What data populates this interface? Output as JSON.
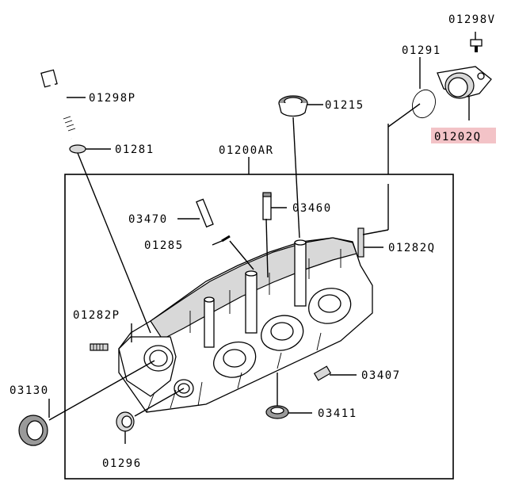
{
  "diagram": {
    "parts": [
      {
        "id": "p-01298V",
        "code": "01298V"
      },
      {
        "id": "p-01291",
        "code": "01291"
      },
      {
        "id": "p-01298P",
        "code": "01298P"
      },
      {
        "id": "p-01215",
        "code": "01215"
      },
      {
        "id": "p-01202Q",
        "code": "01202Q",
        "highlighted": true
      },
      {
        "id": "p-01281",
        "code": "01281"
      },
      {
        "id": "p-01200AR",
        "code": "01200AR"
      },
      {
        "id": "p-03460",
        "code": "03460"
      },
      {
        "id": "p-03470",
        "code": "03470"
      },
      {
        "id": "p-01285",
        "code": "01285"
      },
      {
        "id": "p-01282Q",
        "code": "01282Q"
      },
      {
        "id": "p-01282P",
        "code": "01282P"
      },
      {
        "id": "p-03407",
        "code": "03407"
      },
      {
        "id": "p-03130",
        "code": "03130"
      },
      {
        "id": "p-03411",
        "code": "03411"
      },
      {
        "id": "p-01296",
        "code": "01296"
      }
    ],
    "colors": {
      "highlight": "#f3c3c7",
      "line": "#000000",
      "shade": "#d8d8d8"
    }
  }
}
